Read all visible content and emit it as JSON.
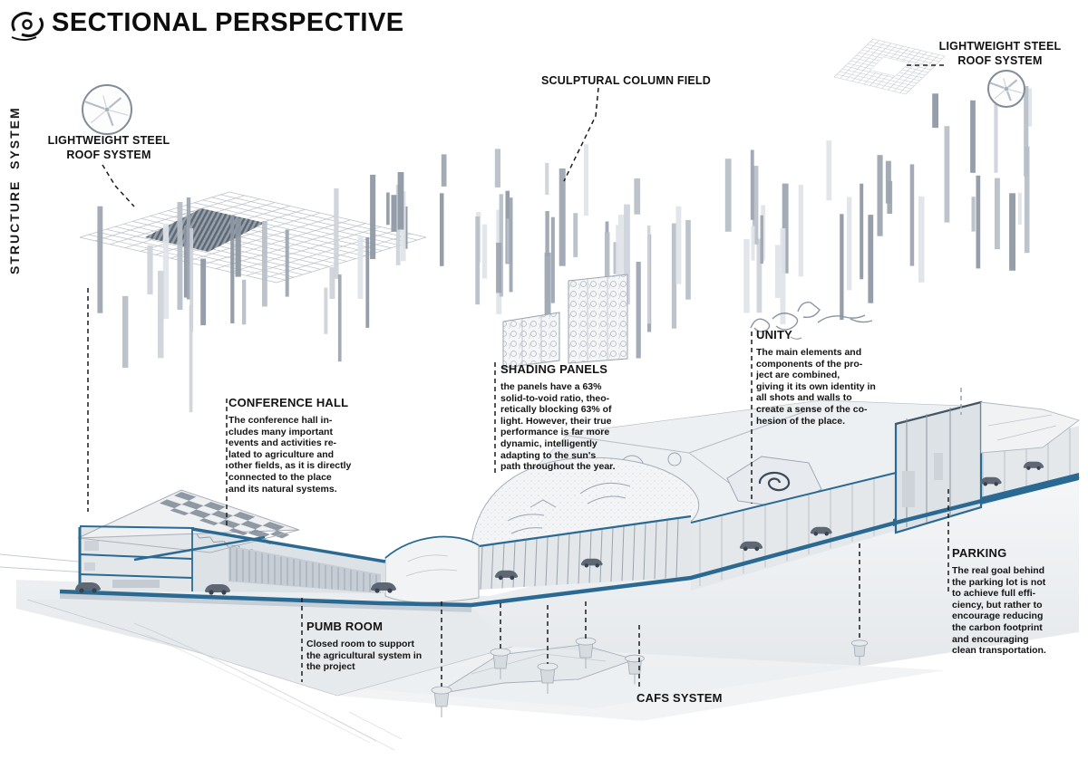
{
  "header": {
    "title": "SECTIONAL PERSPECTIVE"
  },
  "side": {
    "vertical_label": "STRUCTURE  SYSTEM"
  },
  "labels": {
    "roof_left": "LIGHTWEIGHT STEEL\nROOF SYSTEM",
    "column_field": "SCULPTURAL COLUMN FIELD",
    "roof_right": "LIGHTWEIGHT STEEL\nROOF SYSTEM",
    "cafs": "CAFS SYSTEM"
  },
  "annotations": {
    "conference_hall": {
      "title": "CONFERENCE HALL",
      "body": "The conference hall in-\ncludes many important\nevents and activities re-\nlated to agriculture and\nother fields, as it is directly\nconnected to the place\nand its natural systems."
    },
    "shading_panels": {
      "title": "SHADING PANELS",
      "body": "the panels have a 63%\nsolid-to-void ratio, theo-\nretically blocking 63% of\nlight. However, their true\nperformance is far more\ndynamic, intelligently\nadapting to the sun's\npath throughout the year."
    },
    "unity": {
      "title": "UNITY",
      "body": "The main elements and\ncomponents of the pro-\nject are combined,\ngiving it its own identity in\nall shots and walls to\ncreate a sense of the co-\nhesion of the place."
    },
    "pumb_room": {
      "title": "PUMB ROOM",
      "body": "Closed room to support\nthe agricultural system in\nthe project"
    },
    "parking": {
      "title": "PARKING",
      "body": "The real goal behind\nthe parking lot is not\nto achieve full effi-\nciency, but rather to\nencourage reducing\nthe carbon footprint\nand encouraging\nclean transportation."
    }
  },
  "colors": {
    "section_cut_blue": "#2a6a92",
    "ink": "#141414",
    "line_gray": "#8a949e"
  }
}
